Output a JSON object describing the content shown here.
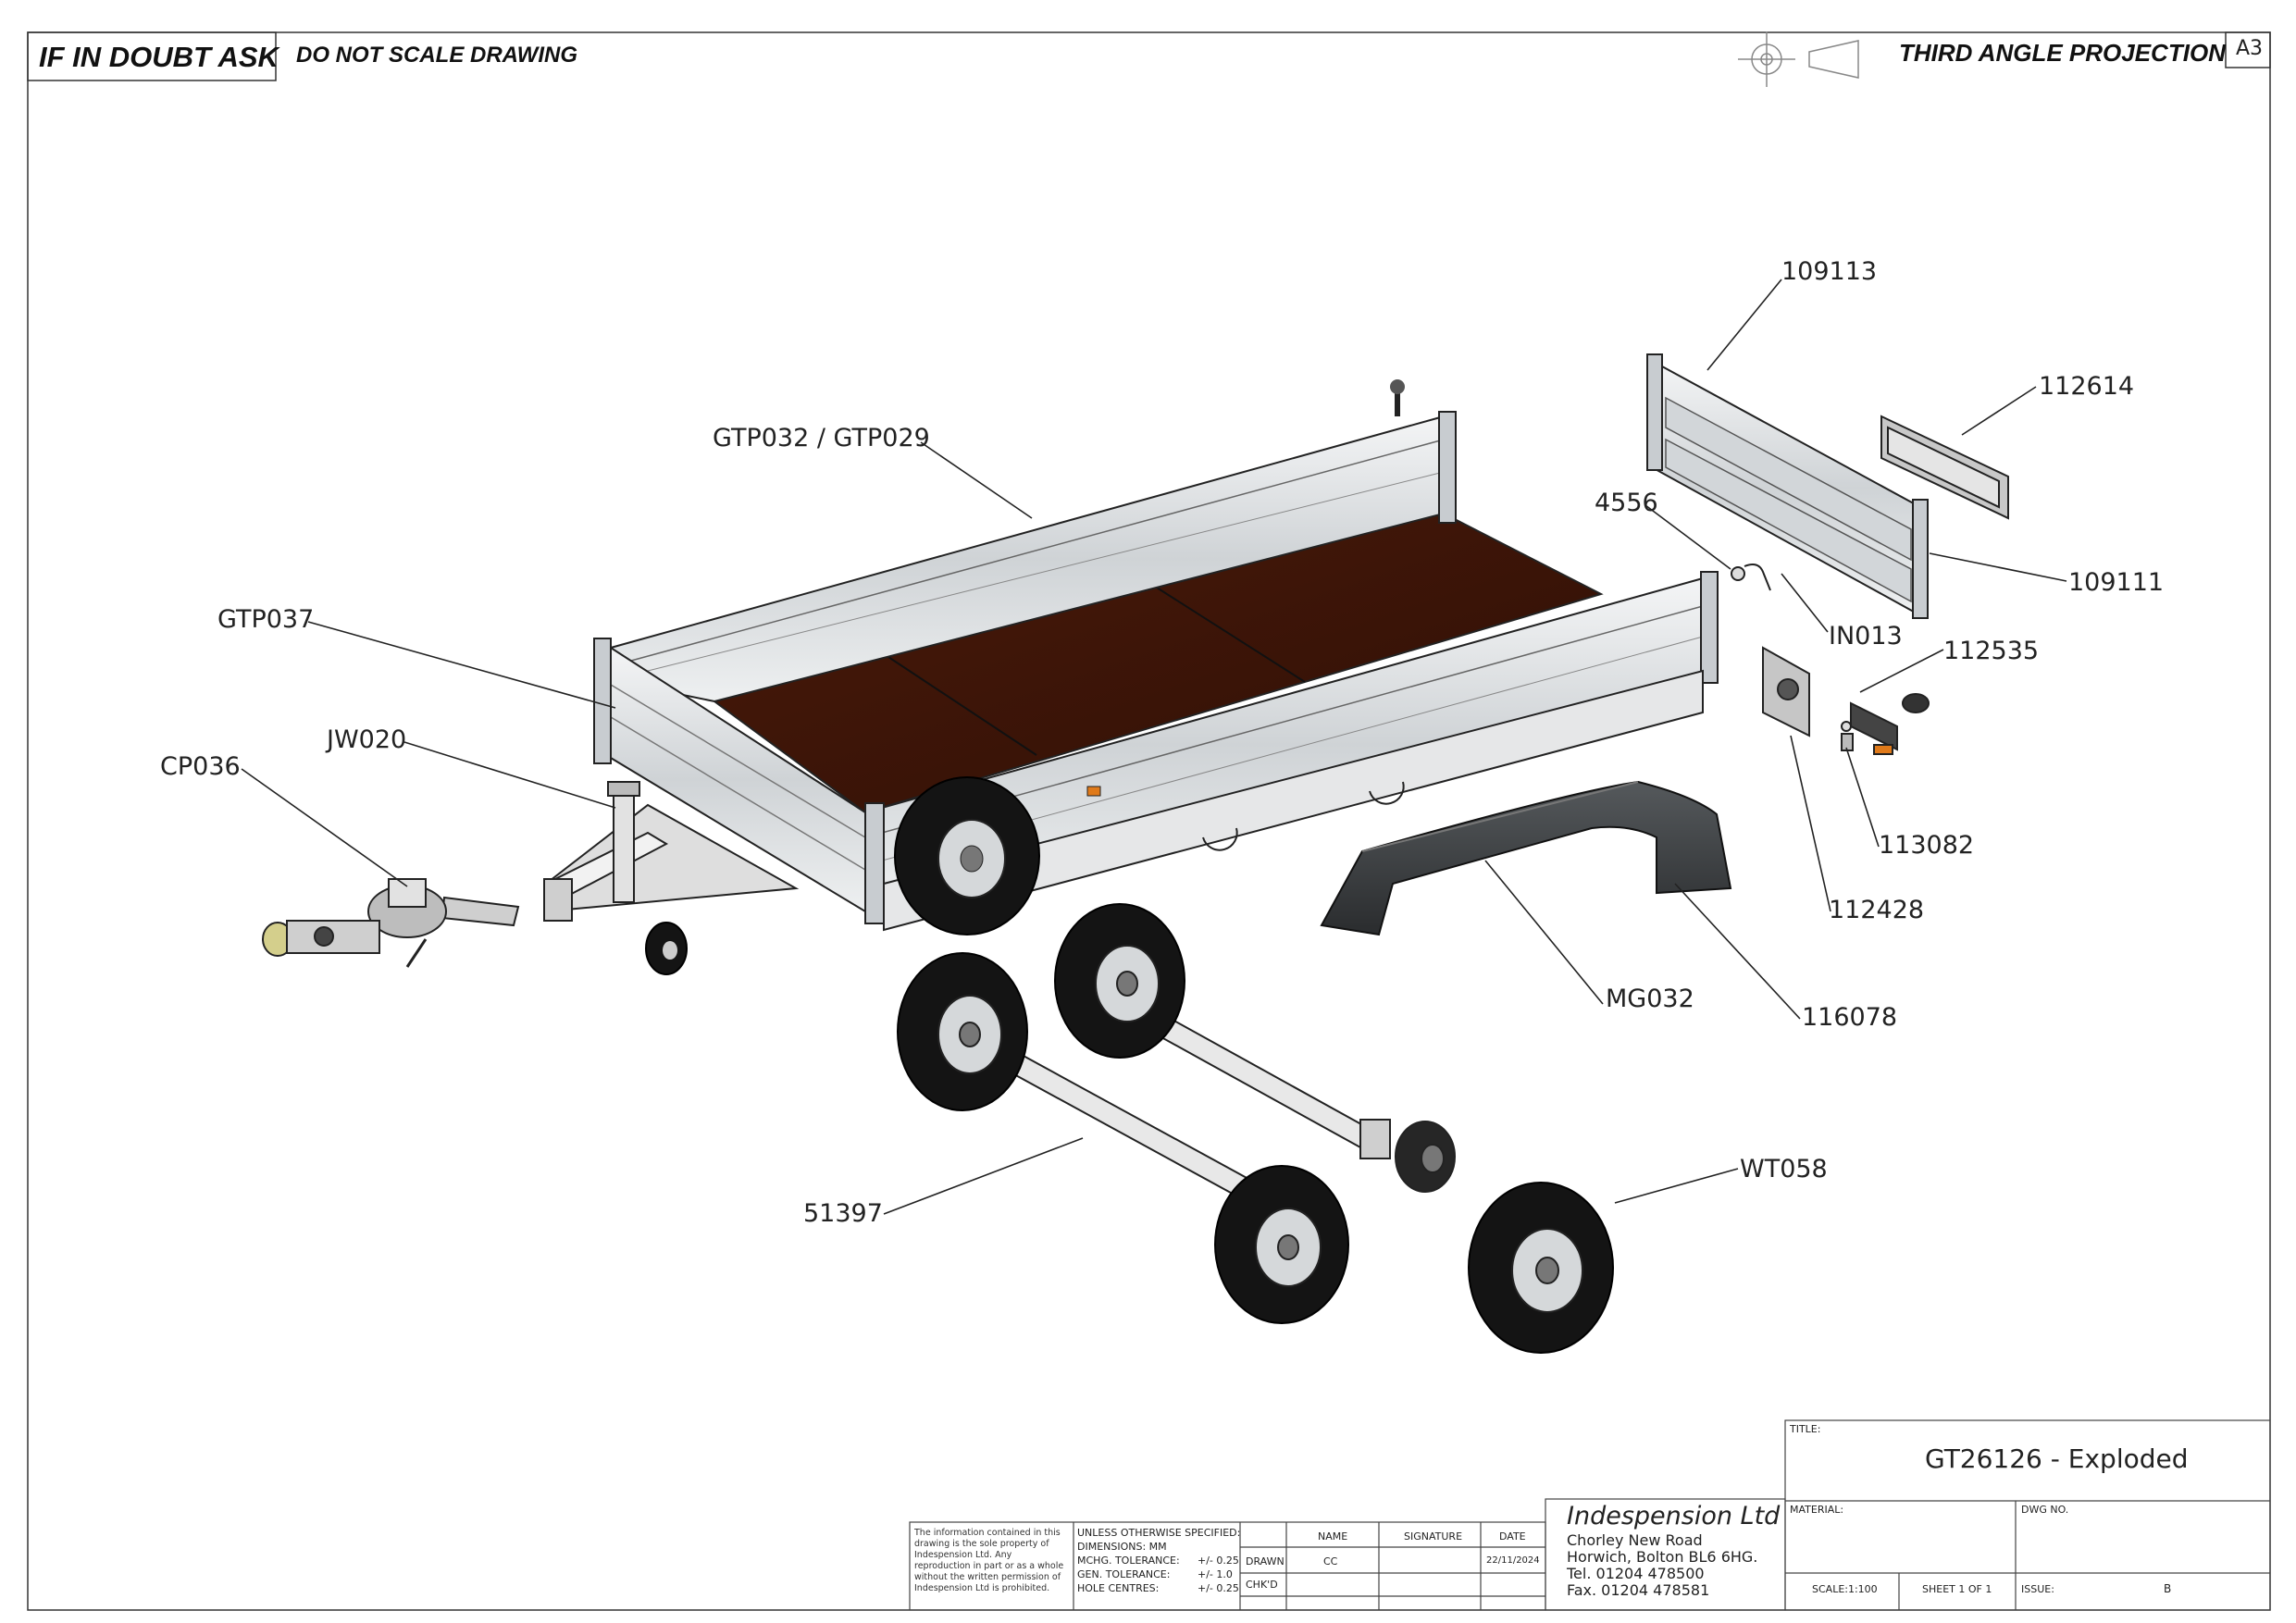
{
  "header": {
    "doubt_label": "IF IN DOUBT ASK",
    "scale_warning": "DO NOT SCALE DRAWING",
    "projection": "THIRD ANGLE PROJECTION",
    "sheet_size": "A3"
  },
  "callouts": [
    "109113",
    "112614",
    "GTP032 / GTP029",
    "4556",
    "109111",
    "IN013",
    "112535",
    "GTP037",
    "JW020",
    "CP036",
    "113082",
    "112428",
    "MG032",
    "116078",
    "WT058",
    "51397"
  ],
  "title_block": {
    "title_label": "TITLE:",
    "title": "GT26126 - Exploded",
    "material_label": "MATERIAL:",
    "dwg_no_label": "DWG NO.",
    "scale": "SCALE:1:100",
    "sheet": "SHEET 1 OF 1",
    "issue_label": "ISSUE:",
    "issue": "B",
    "company": "Indespension Ltd",
    "address": [
      "Chorley New Road",
      "Horwich, Bolton BL6 6HG.",
      "Tel. 01204 478500",
      "Fax. 01204 478581"
    ],
    "col_name": "NAME",
    "col_signature": "SIGNATURE",
    "col_date": "DATE",
    "row_drawn": "DRAWN",
    "row_chkd": "CHK'D",
    "drawn_name": "CC",
    "drawn_date": "22/11/2024",
    "spec_heading": "UNLESS OTHERWISE SPECIFIED:",
    "spec_dims": "DIMENSIONS:  MM",
    "spec_lines": [
      {
        "label": "MCHG. TOLERANCE:",
        "value": "+/- 0.25"
      },
      {
        "label": "GEN. TOLERANCE:",
        "value": "+/- 1.0"
      },
      {
        "label": "HOLE CENTRES:",
        "value": "+/- 0.25"
      }
    ],
    "notice": "The information contained in this drawing is the sole property of Indespension Ltd. Any reproduction in part or as a whole without the written permission of Indespension Ltd is prohibited."
  },
  "colors": {
    "line": "#222222",
    "deck": "#3a1408",
    "tyre": "#141414",
    "mudguard": "#3a3d3f",
    "frame": "#dedede",
    "board": "#c9ced3"
  }
}
